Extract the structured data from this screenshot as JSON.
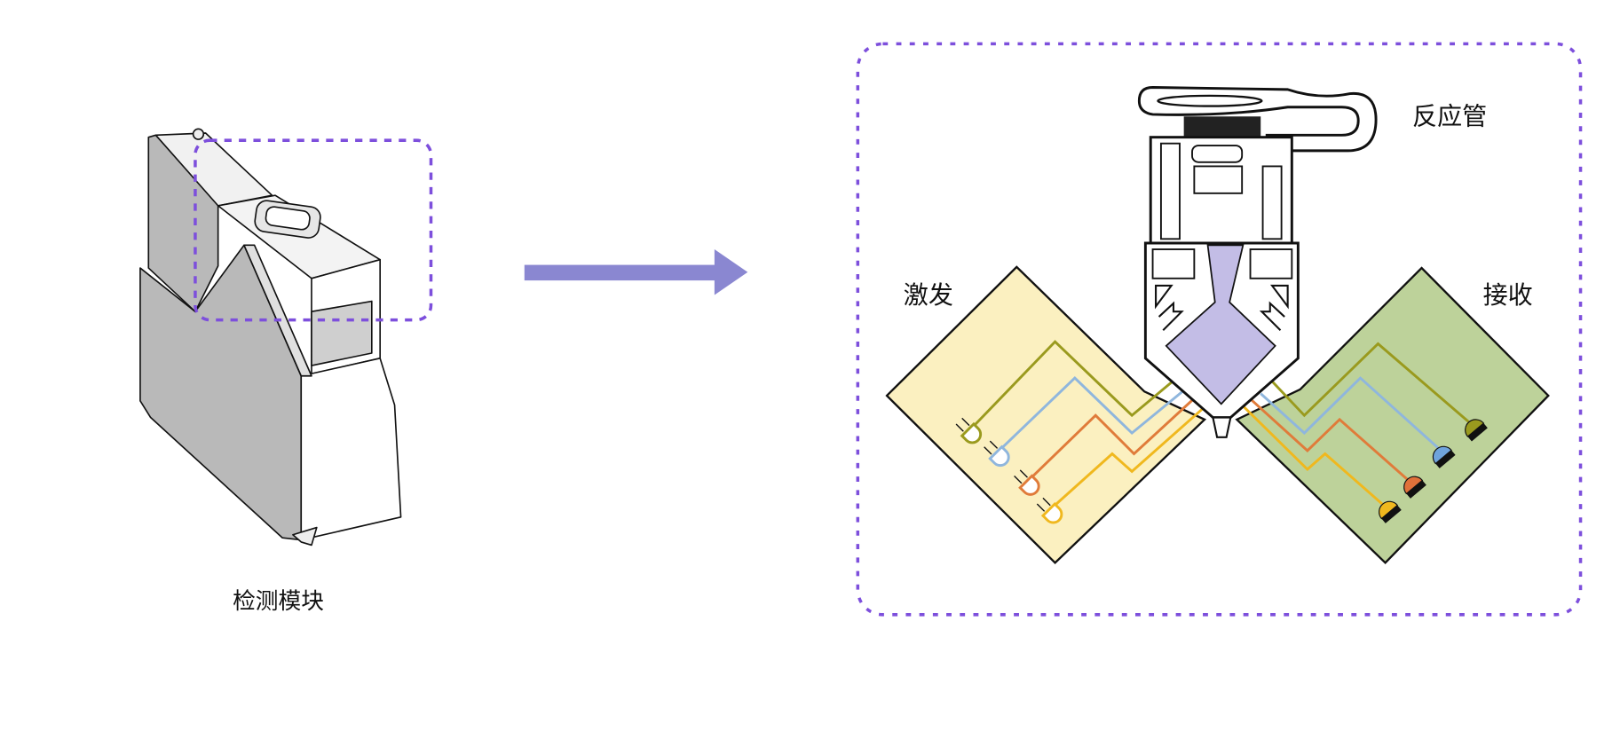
{
  "labels": {
    "module": "检测模块",
    "tube": "反应管",
    "excitation": "激发",
    "receive": "接收"
  },
  "colors": {
    "highlight_dash": "#7d4fdc",
    "arrow": "#8a87d1",
    "excitation_board": "#fbf0c0",
    "receive_board": "#bdd29a",
    "liquid": "#c3bde6",
    "channel_olive": "#9a9a1e",
    "channel_blue": "#8fb6dd",
    "channel_orange": "#e07b3a",
    "channel_yellow": "#f0b81e"
  },
  "channels": [
    "olive",
    "blue",
    "orange",
    "yellow"
  ]
}
